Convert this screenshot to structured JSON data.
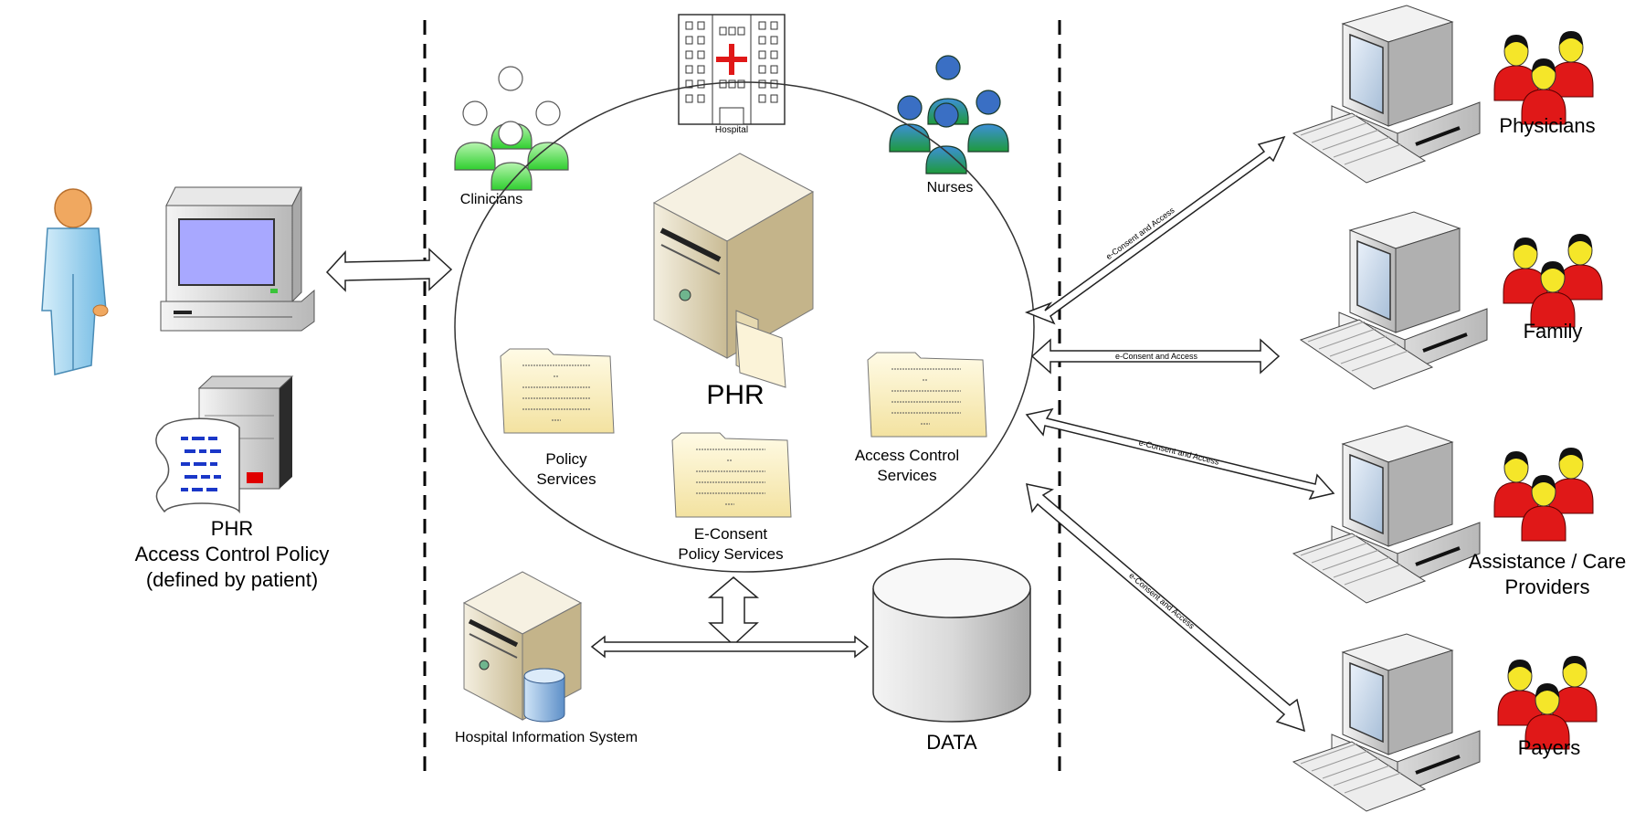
{
  "patient_side": {
    "policy_line1": "PHR",
    "policy_line2": "Access Control Policy",
    "policy_line3": "(defined by patient)"
  },
  "center": {
    "hospital_label": "Hospital",
    "clinicians_label": "Clinicians",
    "nurses_label": "Nurses",
    "phr_label": "PHR",
    "policy_services_line1": "Policy",
    "policy_services_line2": "Services",
    "econsent_line1": "E-Consent",
    "econsent_line2": "Policy Services",
    "access_control_line1": "Access Control",
    "access_control_line2": "Services",
    "his_label": "Hospital Information System",
    "data_label": "DATA"
  },
  "right_side": {
    "arrow_labels": [
      "e-Consent and Access",
      "e-Consent and Access",
      "e-Consent and Access",
      "e-Consent and Access"
    ],
    "groups": [
      {
        "line1": "Physicians",
        "line2": ""
      },
      {
        "line1": "Family",
        "line2": ""
      },
      {
        "line1": "Assistance / Care",
        "line2": "Providers"
      },
      {
        "line1": "Payers",
        "line2": ""
      }
    ]
  },
  "colors": {
    "clinicians": "#5fe05f",
    "nurses_body": "#2e9e4f",
    "nurses_head": "#3a6fc4",
    "group_people": "#e01818",
    "group_heads": "#f5e629",
    "patient": "#9fd3f0",
    "folder": "#fdf2c2",
    "server": "#e2d8bd",
    "hospital_cross": "#e01818"
  }
}
